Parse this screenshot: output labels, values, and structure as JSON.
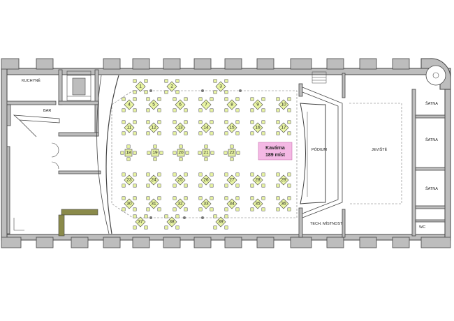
{
  "rooms": {
    "kitchen": "KUCHYNĚ",
    "bar": "BAR",
    "podium": "PÓDIUM",
    "stage": "JEVIŠTĚ",
    "tech_room": "TECH. MÍSTNOST",
    "cloakroom_1": "ŠATNA",
    "cloakroom_2": "ŠATNA",
    "cloakroom_3": "ŠATNA",
    "wc": "WC"
  },
  "highlight": {
    "title": "Kavárna",
    "capacity": "189 míst",
    "color": "#f4b8e4"
  },
  "table_color": "#e9f5a3",
  "tables": [
    "1",
    "2",
    "3",
    "4",
    "5",
    "6",
    "7",
    "8",
    "9",
    "10",
    "11",
    "12",
    "13",
    "14",
    "15",
    "16",
    "17",
    "18",
    "19",
    "20",
    "21",
    "22",
    "23",
    "24",
    "25",
    "26",
    "27",
    "28",
    "29",
    "30",
    "31",
    "32",
    "33",
    "34",
    "35",
    "36",
    "37",
    "38",
    "39"
  ]
}
